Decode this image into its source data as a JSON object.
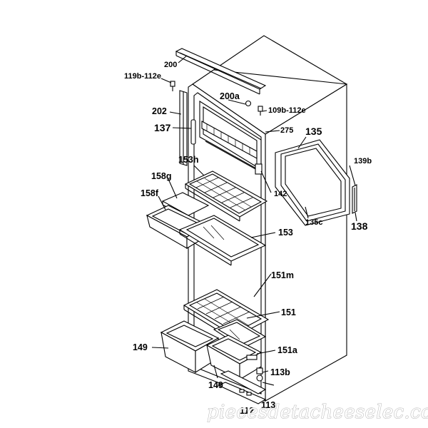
{
  "diagram": {
    "labels": {
      "l200": "200",
      "l119b": "119b-112e",
      "l200a": "200a",
      "l109b": "109b-112e",
      "l202": "202",
      "l137": "137",
      "l275": "275",
      "l135": "135",
      "l153h": "153h",
      "l158g": "158g",
      "l158f": "158f",
      "l142": "142",
      "l139b": "139b",
      "l138": "138",
      "l135c": "135c",
      "l153": "153",
      "l151m": "151m",
      "l151": "151",
      "l149a": "149",
      "l151a": "151a",
      "l113b": "113b",
      "l149b": "149",
      "l113": "113",
      "l112": "112"
    },
    "watermark": "piecesdetacheeselec.com"
  }
}
